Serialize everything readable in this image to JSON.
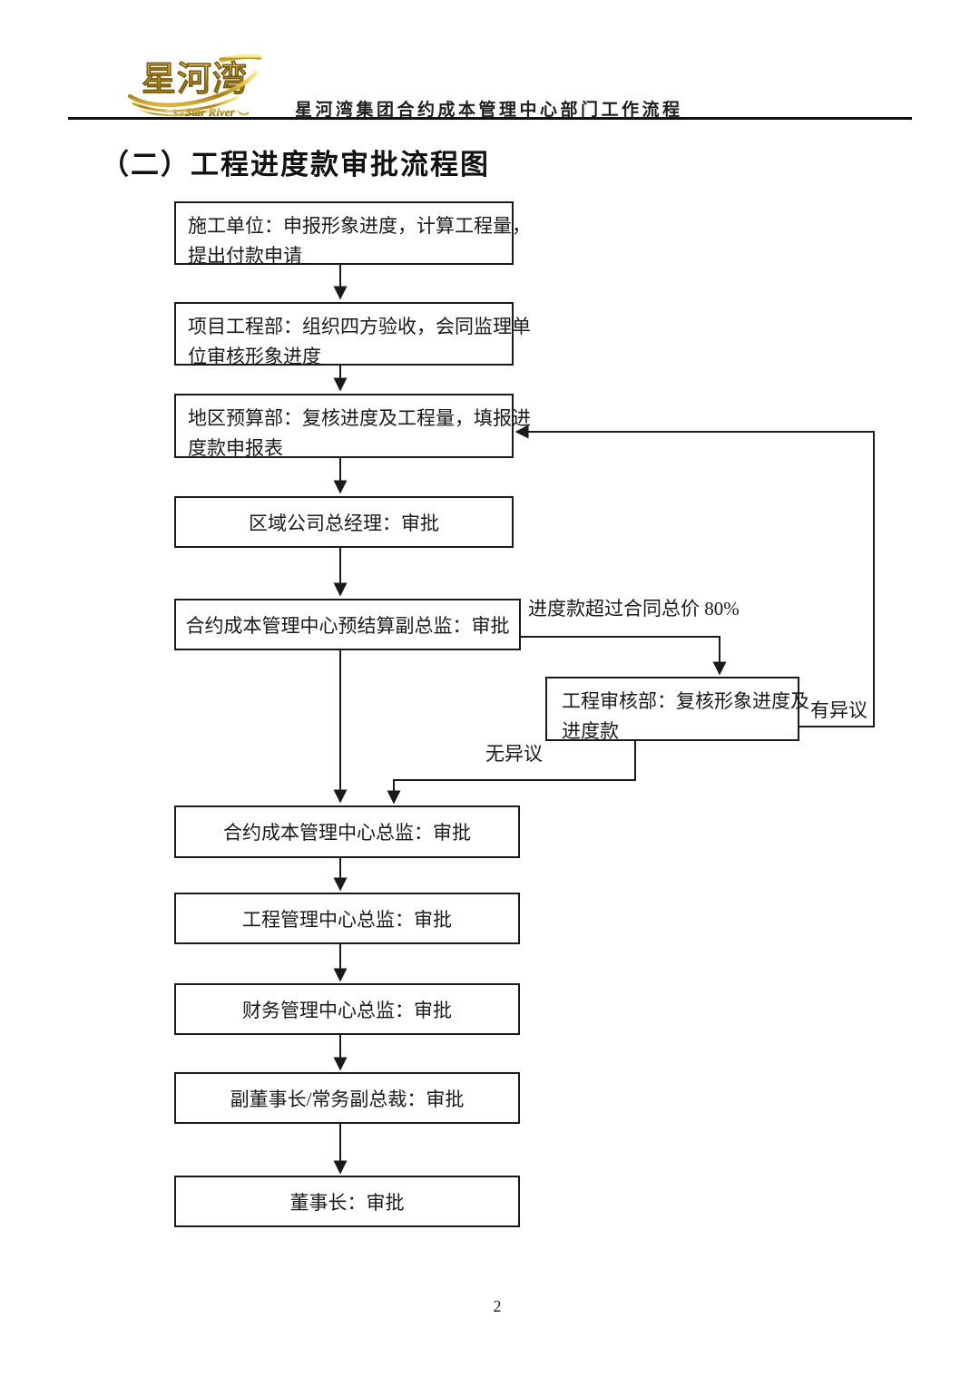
{
  "page": {
    "logo": {
      "text": "星河湾",
      "subtext": "Star River"
    },
    "header_title": "星河湾集团合约成本管理中心部门工作流程",
    "section_title": "（二）工程进度款审批流程图",
    "page_number": "2"
  },
  "flowchart": {
    "nodes": [
      {
        "name": "construction-unit",
        "lines": [
          "施工单位：申报形象进度，计算工程量，",
          "提出付款申请"
        ]
      },
      {
        "name": "project-engineering-dept",
        "lines": [
          "项目工程部：组织四方验收，会同监理单",
          "位审核形象进度"
        ]
      },
      {
        "name": "regional-budget-dept",
        "lines": [
          "地区预算部：复核进度及工程量，填报进",
          "度款申报表"
        ]
      },
      {
        "name": "regional-company-gm",
        "lines": [
          "区域公司总经理：审批"
        ]
      },
      {
        "name": "contract-cost-deputy-director",
        "lines": [
          "合约成本管理中心预结算副总监：审批"
        ]
      },
      {
        "name": "engineering-audit-dept",
        "lines": [
          "工程审核部：复核形象进度及",
          "进度款"
        ]
      },
      {
        "name": "contract-cost-director",
        "lines": [
          "合约成本管理中心总监：审批"
        ]
      },
      {
        "name": "engineering-mgmt-director",
        "lines": [
          "工程管理中心总监：审批"
        ]
      },
      {
        "name": "finance-mgmt-director",
        "lines": [
          "财务管理中心总监：审批"
        ]
      },
      {
        "name": "vice-chairman",
        "lines": [
          "副董事长/常务副总裁：审批"
        ]
      },
      {
        "name": "chairman",
        "lines": [
          "董事长：审批"
        ]
      }
    ],
    "labels": {
      "over_limit": "进度款超过合同总价 80%",
      "objection": "有异议",
      "no_objection": "无异议"
    },
    "edges": [
      {
        "from": "construction-unit",
        "to": "project-engineering-dept",
        "label": ""
      },
      {
        "from": "project-engineering-dept",
        "to": "regional-budget-dept",
        "label": ""
      },
      {
        "from": "regional-budget-dept",
        "to": "regional-company-gm",
        "label": ""
      },
      {
        "from": "regional-company-gm",
        "to": "contract-cost-deputy-director",
        "label": ""
      },
      {
        "from": "contract-cost-deputy-director",
        "to": "contract-cost-director",
        "label": ""
      },
      {
        "from": "contract-cost-deputy-director",
        "to": "engineering-audit-dept",
        "label": "进度款超过合同总价 80%"
      },
      {
        "from": "engineering-audit-dept",
        "to": "contract-cost-director",
        "label": "无异议"
      },
      {
        "from": "engineering-audit-dept",
        "to": "regional-budget-dept",
        "label": "有异议"
      },
      {
        "from": "contract-cost-director",
        "to": "engineering-mgmt-director",
        "label": ""
      },
      {
        "from": "engineering-mgmt-director",
        "to": "finance-mgmt-director",
        "label": ""
      },
      {
        "from": "finance-mgmt-director",
        "to": "vice-chairman",
        "label": ""
      },
      {
        "from": "vice-chairman",
        "to": "chairman",
        "label": ""
      }
    ]
  },
  "colors": {
    "ink": "#1a1a1a",
    "gold_light": "#f6e480",
    "gold_mid": "#d4af37",
    "gold_dark": "#8a6a14",
    "paper": "#ffffff"
  }
}
